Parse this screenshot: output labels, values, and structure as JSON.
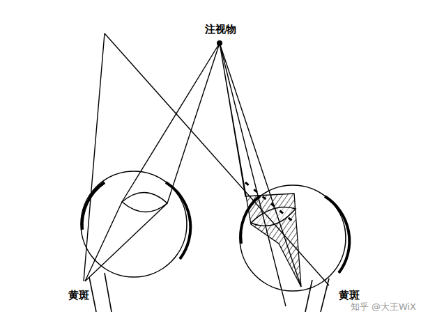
{
  "diagram": {
    "labels": [
      "注视物",
      "黄斑",
      "黄斑",
      "知乎 @大王WiX"
    ]
  }
}
